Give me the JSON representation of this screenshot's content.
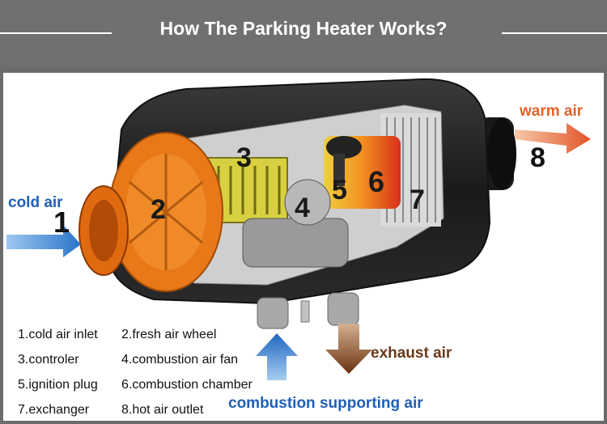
{
  "header": {
    "title": "How The Parking Heater Works?"
  },
  "callouts": {
    "cold_air": "cold air",
    "warm_air": "warm air",
    "exhaust_air": "exhaust air",
    "combustion_supporting_air": "combustion supporting air"
  },
  "numbers": [
    "1",
    "2",
    "3",
    "4",
    "5",
    "6",
    "7",
    "8"
  ],
  "legend": [
    "1.cold air inlet",
    "2.fresh air wheel",
    "3.controler",
    "4.combustion air fan",
    "5.ignition plug",
    "6.combustion chamber",
    "7.exchanger",
    "8.hot air outlet"
  ],
  "colors": {
    "header_bg": "#707070",
    "blue_text": "#1f5fb8",
    "orange_text": "#e0622a",
    "brown_text": "#6a3a1a",
    "fan_orange": "#e87818"
  }
}
